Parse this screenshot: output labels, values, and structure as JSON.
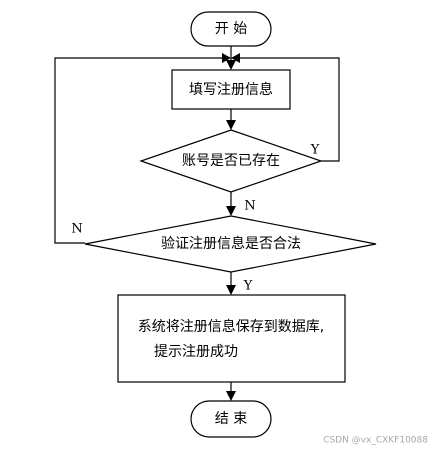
{
  "nodes": {
    "start": "开 始",
    "fill_info": "填写注册信息",
    "account_exists": "账号是否已存在",
    "validate_info": "验证注册信息是否合法",
    "save_line1": "系统将注册信息保存到数据库,",
    "save_line2": "提示注册成功",
    "end": "结 束"
  },
  "edge_labels": {
    "exists_yes": "Y",
    "exists_no": "N",
    "valid_no": "N",
    "valid_yes": "Y"
  },
  "watermark": "CSDN @vx_CXKF10088"
}
